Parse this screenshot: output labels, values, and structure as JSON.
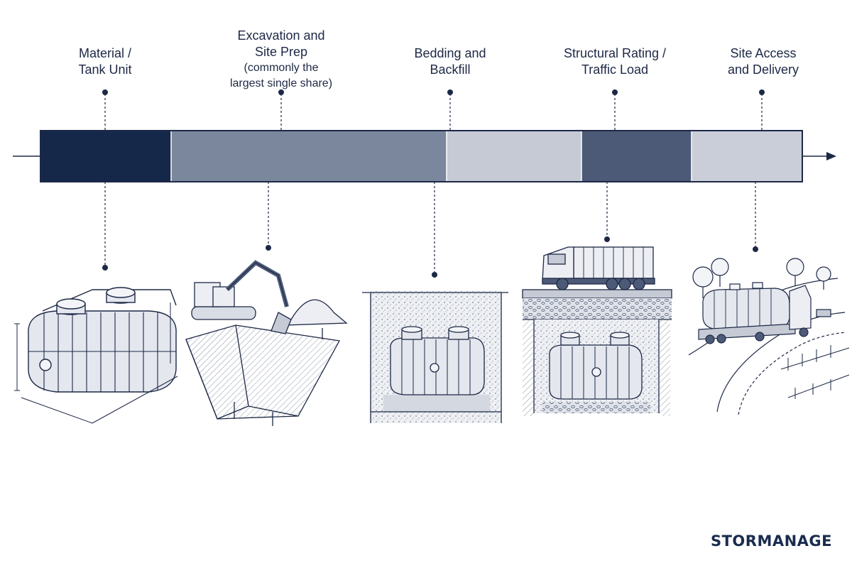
{
  "stages": [
    {
      "id": "material",
      "line1": "Material /",
      "line2": "Tank Unit",
      "note1": "",
      "note2": "",
      "color": "#16284a",
      "illustration": "tank-unit-icon"
    },
    {
      "id": "excavation",
      "line1": "Excavation and",
      "line2": "Site Prep",
      "note1": "(commonly the",
      "note2": "largest single share)",
      "color": "#7b879c",
      "illustration": "excavator-pit-icon"
    },
    {
      "id": "bedding",
      "line1": "Bedding and",
      "line2": "Backfill",
      "note1": "",
      "note2": "",
      "color": "#c5cad5",
      "illustration": "tank-in-bedding-icon"
    },
    {
      "id": "structural",
      "line1": "Structural Rating /",
      "line2": "Traffic Load",
      "note1": "",
      "note2": "",
      "color": "#4c5a77",
      "illustration": "truck-over-tank-icon"
    },
    {
      "id": "access",
      "line1": "Site Access",
      "line2": "and Delivery",
      "note1": "",
      "note2": "",
      "color": "#c9ced8",
      "illustration": "tank-delivery-truck-icon"
    }
  ],
  "logo": "STORMANAGE",
  "colors": {
    "ink": "#1d2845",
    "bar_border": "#1d2845"
  }
}
